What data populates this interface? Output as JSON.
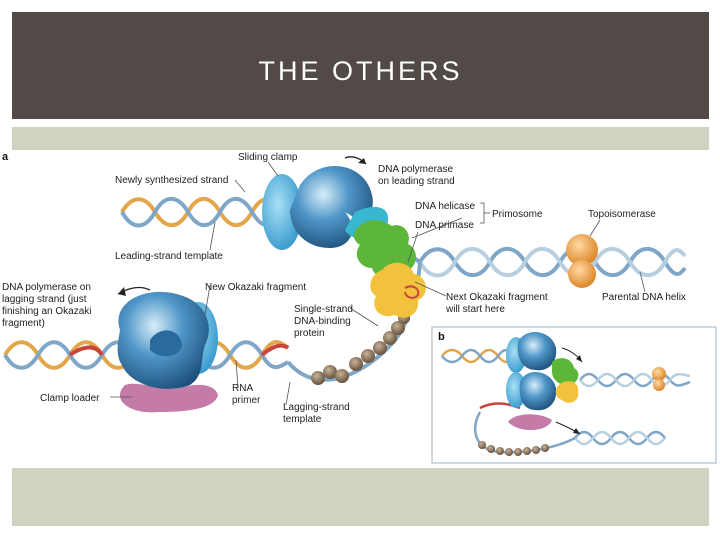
{
  "slide": {
    "title": "THE OTHERS"
  },
  "figure": {
    "panel_a": "a",
    "panel_b": "b",
    "labels": {
      "sliding_clamp": "Sliding clamp",
      "newly_synth_1": "Newly synthesized strand",
      "leading_template": "Leading-strand template",
      "pol_leading_1": "DNA polymerase",
      "pol_leading_2": "on leading strand",
      "helicase": "DNA helicase",
      "primase": "DNA primase",
      "primosome": "Primosome",
      "topoisomerase": "Topoisomerase",
      "pol_lagging_1": "DNA polymerase on",
      "pol_lagging_2": "lagging strand (just",
      "pol_lagging_3": "finishing an Okazaki",
      "pol_lagging_4": "fragment)",
      "new_okazaki": "New Okazaki fragment",
      "ssb_1": "Single-strand",
      "ssb_2": "DNA-binding",
      "ssb_3": "protein",
      "next_okazaki_1": "Next Okazaki fragment",
      "next_okazaki_2": "will start here",
      "parental_helix": "Parental DNA helix",
      "clamp_loader": "Clamp loader",
      "rna_primer_1": "RNA",
      "rna_primer_2": "primer",
      "lagging_template_1": "Lagging-strand",
      "lagging_template_2": "template"
    },
    "colors": {
      "strand_orange": "#e3a64a",
      "strand_blue": "#7fa6c6",
      "primer_red": "#c9453c",
      "polymerase_blue": "#3f8bc2",
      "clamp_light": "#5fb7e2",
      "helicase_green": "#5cb63a",
      "primase_yellow": "#f2c23c",
      "topoisomerase_orange": "#ec9a3a",
      "ssb_brown": "#7d6650",
      "loader_pink": "#c47ba7"
    }
  }
}
